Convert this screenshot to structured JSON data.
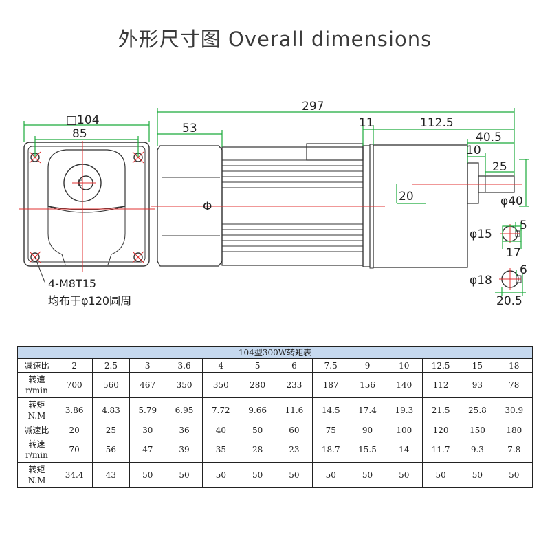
{
  "title": "外形尺寸图 Overall dimensions",
  "colors": {
    "dimension_green": "#1aaa3a",
    "center_red": "#e03030",
    "outline": "#333333",
    "table_header": "#c6d9ef"
  },
  "drawing": {
    "front_view": {
      "square": "□104",
      "hole_spacing": "85",
      "hole_note": "4-M8T15",
      "circle_note": "均布于φ120圆周"
    },
    "side_view": {
      "total": "297",
      "motor_end": "53",
      "flange": "11",
      "gearbox": "112.5",
      "shaft_len": "40.5",
      "shoulder": "10",
      "key_len": "25",
      "key_offset": "20",
      "pilot_dia": "φ40",
      "center_mark": "Φ"
    },
    "shaft_sections": [
      {
        "dia": "φ15",
        "key": "5",
        "height": "17"
      },
      {
        "dia": "φ18",
        "key": "6",
        "height": "20.5"
      }
    ]
  },
  "table": {
    "caption": "104型300W转矩表",
    "blocks": [
      {
        "ratio_label": "减速比",
        "speed_label": [
          "转速",
          "r/min"
        ],
        "torque_label": [
          "转矩",
          "N.M"
        ],
        "ratios": [
          "2",
          "2.5",
          "3",
          "3.6",
          "4",
          "5",
          "6",
          "7.5",
          "9",
          "10",
          "12.5",
          "15",
          "18"
        ],
        "speeds": [
          "700",
          "560",
          "467",
          "350",
          "350",
          "280",
          "233",
          "187",
          "156",
          "140",
          "112",
          "93",
          "78"
        ],
        "torques": [
          "3.86",
          "4.83",
          "5.79",
          "6.95",
          "7.72",
          "9.66",
          "11.6",
          "14.5",
          "17.4",
          "19.3",
          "21.5",
          "25.8",
          "30.9"
        ]
      },
      {
        "ratio_label": "减速比",
        "speed_label": [
          "转速",
          "r/min"
        ],
        "torque_label": [
          "转矩",
          "N.M"
        ],
        "ratios": [
          "20",
          "25",
          "30",
          "36",
          "40",
          "50",
          "60",
          "75",
          "90",
          "100",
          "120",
          "150",
          "180"
        ],
        "speeds": [
          "70",
          "56",
          "47",
          "39",
          "35",
          "28",
          "23",
          "18.7",
          "15.5",
          "14",
          "11.7",
          "9.3",
          "7.8"
        ],
        "torques": [
          "34.4",
          "43",
          "50",
          "50",
          "50",
          "50",
          "50",
          "50",
          "50",
          "50",
          "50",
          "50",
          "50"
        ]
      }
    ]
  }
}
